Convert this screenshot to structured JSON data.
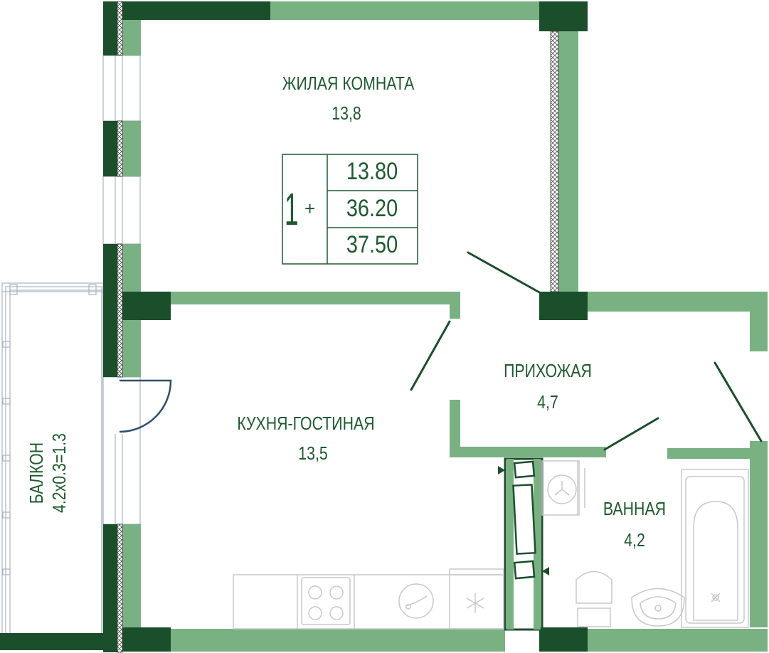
{
  "rooms": [
    {
      "name": "ЖИЛАЯ КОМНАТА",
      "area": "13,8"
    },
    {
      "name": "КУХНЯ-ГОСТИНАЯ",
      "area": "13,5"
    },
    {
      "name": "ПРИХОЖАЯ",
      "area": "4,7"
    },
    {
      "name": "ВАННАЯ",
      "area": "4,2"
    }
  ],
  "balcony": {
    "name": "БАЛКОН",
    "area": "4.2x0.3=1.3"
  },
  "summary": {
    "rooms": "1",
    "plus": "+",
    "living": "13.80",
    "total": "36.20",
    "total_with_balcony": "37.50"
  },
  "colors": {
    "wall_light": "#79b183",
    "wall_dark": "#1b4e2b",
    "text": "#1e5a2e",
    "fixture": "#c8c8c8",
    "door": "#2f4e6e"
  }
}
